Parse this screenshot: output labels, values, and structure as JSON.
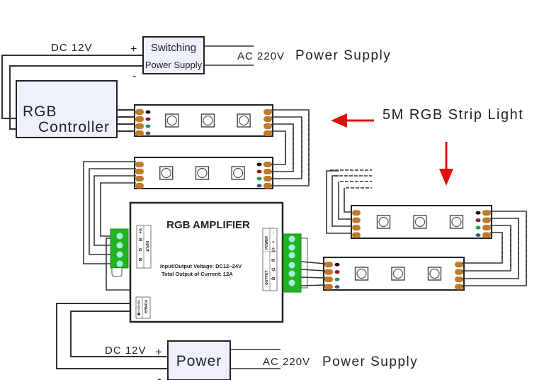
{
  "top_supply": {
    "dc_label": "DC 12V",
    "plus": "+",
    "minus": "-",
    "box_line1": "Switching",
    "box_line2": "Power Supply",
    "ac_label": "AC 220V",
    "title": "Power Supply"
  },
  "controller": {
    "line1": "RGB",
    "line2": "Controller"
  },
  "annotation": {
    "strip_label": "5M RGB Strip Light",
    "arrow_color": "#e01010"
  },
  "amplifier": {
    "title": "RGB AMPLIFIER",
    "spec1": "Input/Output Voltage: DC12~24V",
    "spec2": "Total Output of Current: 12A",
    "input_label": "INPUT",
    "input_pins": [
      "V+",
      "R",
      "G",
      "B"
    ],
    "output_label": "OUTPUT",
    "output_pins": [
      "V+",
      "R",
      "G",
      "B"
    ],
    "power_label": "POWER",
    "power_pins": [
      "-",
      "+"
    ],
    "power_in_label": "POWER"
  },
  "bottom_supply": {
    "dc_label": "DC 12V",
    "plus": "+",
    "minus": "-",
    "box_label": "Power",
    "ac_label": "AC 220V",
    "title": "Power Supply"
  },
  "colors": {
    "pad": "#c07a30",
    "terminal": "#22b422",
    "terminal_hole": "#a8eee0",
    "box_fill": "#eef0fb",
    "dot_black": "#111111",
    "dot_red": "#8a1c2a",
    "dot_green": "#1a9a5a",
    "dot_blue": "#3a5a7a"
  }
}
